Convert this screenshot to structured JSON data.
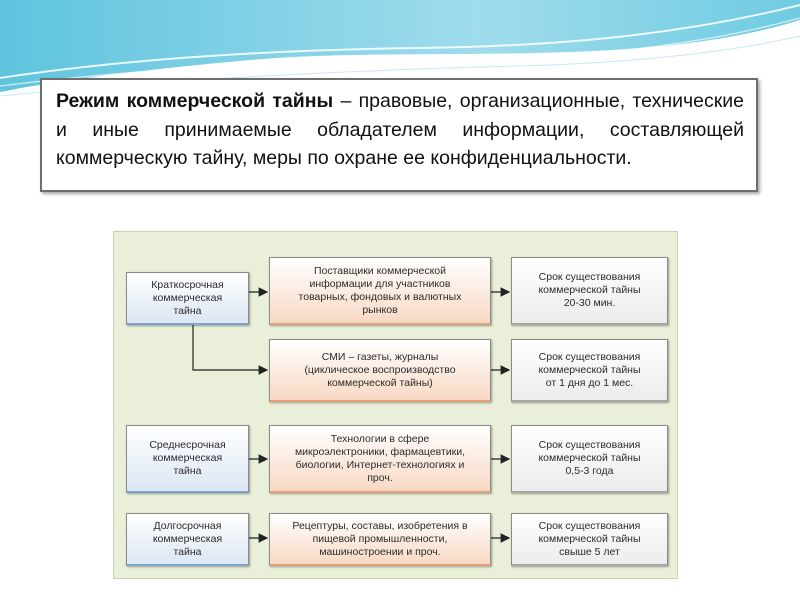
{
  "definition": {
    "term": "Режим коммерческой тайны",
    "text": "– правовые, организационные, технические и иные принимаемые обладателем информации, составляющей коммерческую тайну, меры по охране ее конфиденциальности."
  },
  "diagram": {
    "terms": [
      "Краткосрочная\nкоммерческая\nтайна",
      "Среднесрочная\nкоммерческая\nтайна",
      "Долгосрочная\nкоммерческая\nтайна"
    ],
    "sources": [
      "Поставщики коммерческой\nинформации для участников\nтоварных, фондовых и валютных\nрынков",
      "СМИ – газеты, журналы\n(циклическое воспроизводство\nкоммерческой тайны)",
      "Технологии в сфере\nмикроэлектроники, фармацевтики,\nбиологии, Интернет-технологиях и\nпроч.",
      "Рецептуры, составы, изобретения в\nпищевой промышленности,\nмашиностроении и проч."
    ],
    "durations": [
      "Срок существования\nкоммерческой тайны\n20-30 мин.",
      "Срок существования\nкоммерческой тайны\nот 1 дня до 1 мес.",
      "Срок существования\nкоммерческой тайны\n0,5-3 года",
      "Срок существования\nкоммерческой тайны\nсвыше 5 лет"
    ]
  }
}
